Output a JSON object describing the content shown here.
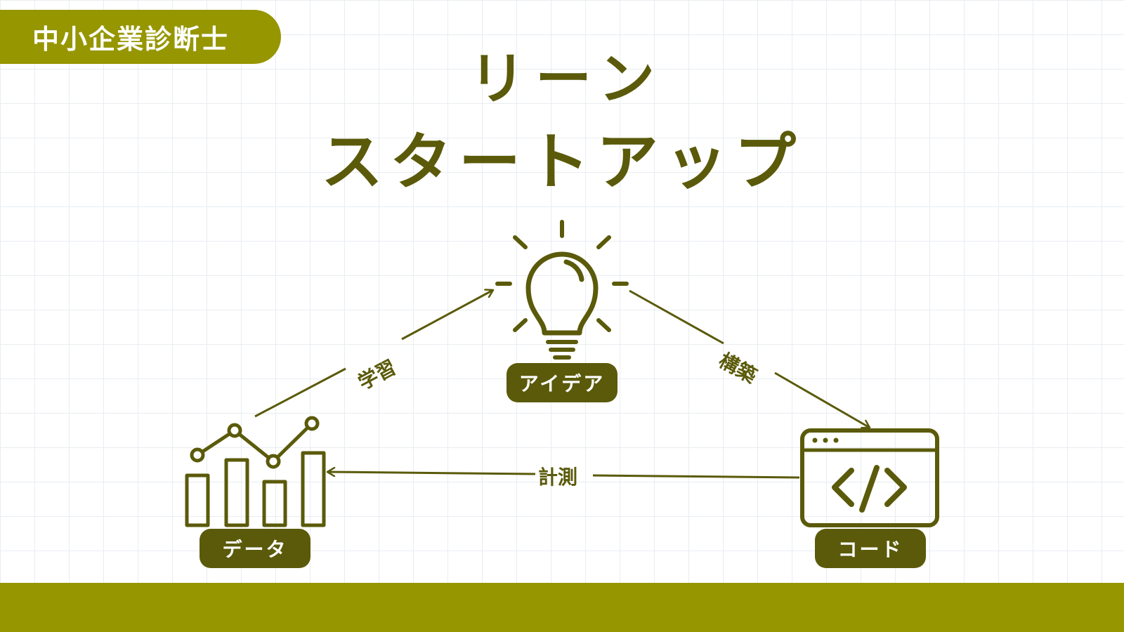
{
  "header_tag": "中小企業診断士",
  "title": {
    "line1": "リーン",
    "line2": "スタートアップ"
  },
  "nodes": {
    "idea": "アイデア",
    "code": "コード",
    "data": "データ"
  },
  "edges": {
    "build": "構築",
    "measure": "計測",
    "learn": "学習"
  },
  "colors": {
    "accent": "#969600",
    "dark": "#5a5a0a",
    "grid": "#e8edf2"
  },
  "icons": [
    "lightbulb-icon",
    "code-window-icon",
    "bar-line-chart-icon"
  ]
}
